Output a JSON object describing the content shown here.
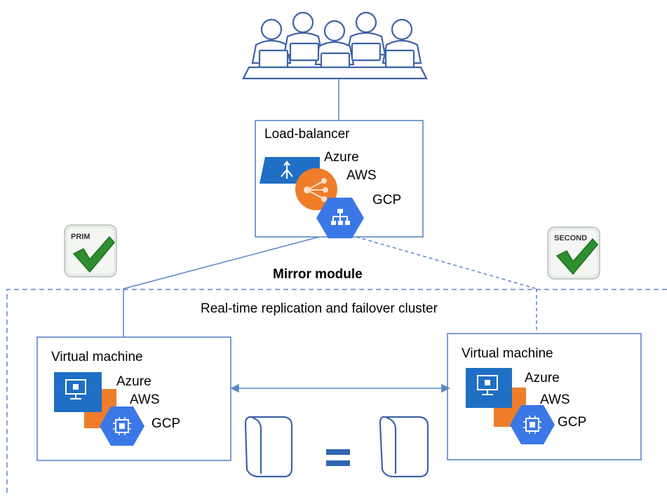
{
  "load_balancer": {
    "title": "Load-balancer",
    "providers": [
      "Azure",
      "AWS",
      "GCP"
    ]
  },
  "badges": {
    "primary": "PRIM",
    "secondary": "SECOND"
  },
  "mirror_module": "Mirror module",
  "cluster_label": "Real-time replication and failover cluster",
  "vm_left": {
    "title": "Virtual machine",
    "providers": [
      "Azure",
      "AWS",
      "GCP"
    ]
  },
  "vm_right": {
    "title": "Virtual machine",
    "providers": [
      "Azure",
      "AWS",
      "GCP"
    ]
  },
  "colors": {
    "azure": "#1f6fc4",
    "aws": "#ef7d2a",
    "gcp": "#3b78e7",
    "line": "#5b86c5",
    "box_border": "#4f7fc9",
    "users_stroke": "#3e63a8",
    "check_green": "#2f8f2f"
  },
  "icons": [
    "users-icon",
    "azure-load-balancer-icon",
    "aws-load-balancer-icon",
    "gcp-load-balancer-icon",
    "check-icon",
    "azure-vm-icon",
    "aws-vm-icon",
    "gcp-vm-icon",
    "disk-icon",
    "equals-icon"
  ]
}
